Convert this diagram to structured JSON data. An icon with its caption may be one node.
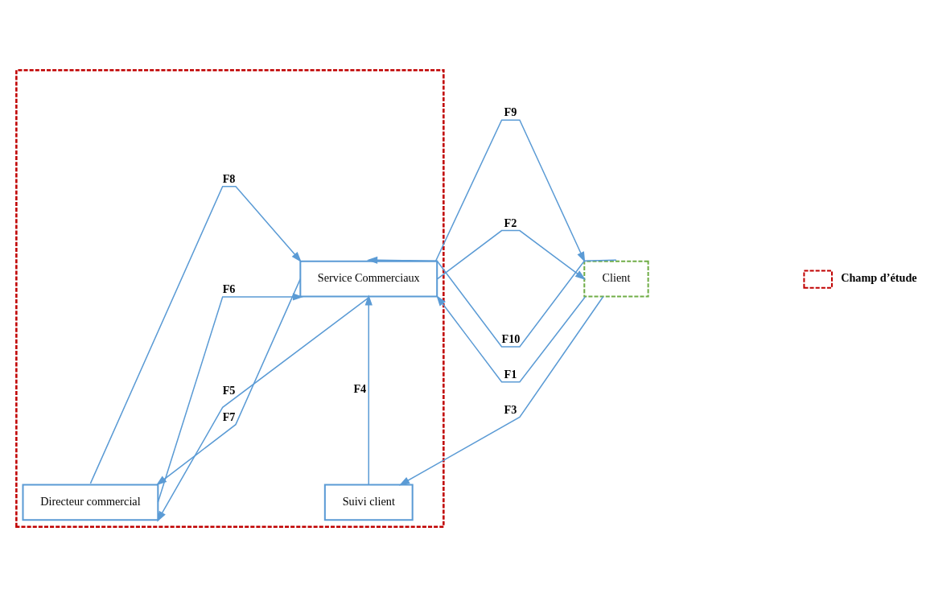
{
  "diagram": {
    "nodes": [
      {
        "text": [],
        "shape": "box"
      },
      {
        "text": [
          "Service Commerciaux"
        ],
        "in": 0
      },
      {
        "text": [
          "Directeur commercial"
        ],
        "in": 0
      },
      {
        "text": [
          "Suivi client"
        ],
        "in": 0
      },
      {
        "text": [
          "Client"
        ]
      }
    ],
    "edges": [
      {
        "from": 4,
        "to": 1,
        "arrow": "to",
        "label": "F10"
      },
      {
        "from": 1,
        "to": 4,
        "arrow": "to",
        "label": "F9"
      },
      {
        "from": 1,
        "to": 4,
        "arrow": "to",
        "label": "F2"
      },
      {
        "from": 4,
        "to": 1,
        "arrow": "to",
        "label": "F1"
      },
      {
        "from": 4,
        "to": 3,
        "arrow": "to",
        "label": "F3"
      },
      {
        "from": 3,
        "to": 1,
        "arrow": "to",
        "label": "F4"
      },
      {
        "from": 2,
        "to": 1,
        "arrow": "to",
        "label": "F8"
      },
      {
        "from": 1,
        "to": 2,
        "arrow": "to",
        "label": "F7"
      },
      {
        "from": 2,
        "to": 1,
        "arrow": "to",
        "label": "F6"
      },
      {
        "from": 1,
        "to": 2,
        "arrow": "to",
        "label": "F5"
      }
    ],
    "legend": [
      {
        "text": "Champ d’étude"
      }
    ]
  }
}
